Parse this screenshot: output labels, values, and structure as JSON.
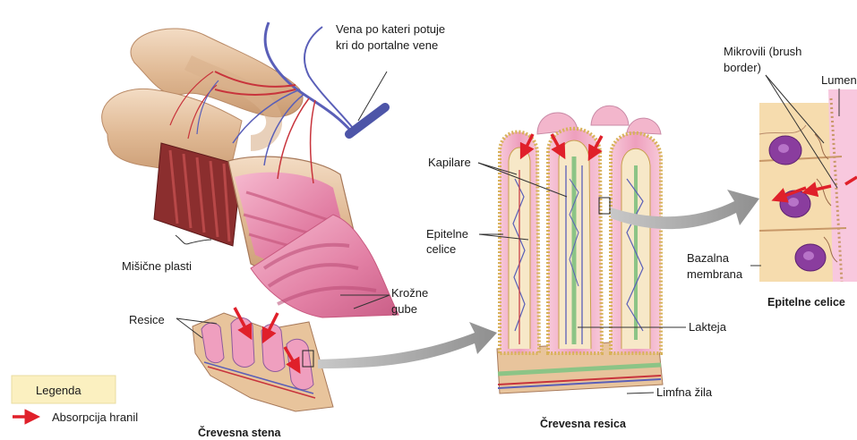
{
  "labels": {
    "vena_line1": "Vena po kateri potuje",
    "vena_line2": "kri do portalne vene",
    "misicne_plasti": "Mišične plasti",
    "resice": "Resice",
    "krozne_line1": "Krožne",
    "krozne_line2": "gube",
    "crevesna_stena": "Črevesna stena",
    "kapilare": "Kapilare",
    "epitelne_line1": "Epitelne",
    "epitelne_line2": "celice",
    "lakteja": "Lakteja",
    "limfna_zila": "Limfna žila",
    "crevesna_resica": "Črevesna resica",
    "mikrovili_line1": "Mikrovili (brush",
    "mikrovili_line2": "border)",
    "lumen": "Lumen",
    "bazalna_line1": "Bazalna",
    "bazalna_line2": "membrana",
    "epitelne_celice": "Epitelne celice"
  },
  "legend": {
    "title": "Legenda",
    "absorption": "Absorpcija hranil"
  },
  "colors": {
    "absorption_arrow": "#e0202a",
    "vein": "#5a5fb8",
    "artery": "#c8343c",
    "tissue_pink": "#e98fb0",
    "lymph_green": "#8cc486",
    "epithelium_tan": "#f0d9a8",
    "legend_box": "#fbf0c0",
    "connector_gray": "#9a9a9a"
  }
}
